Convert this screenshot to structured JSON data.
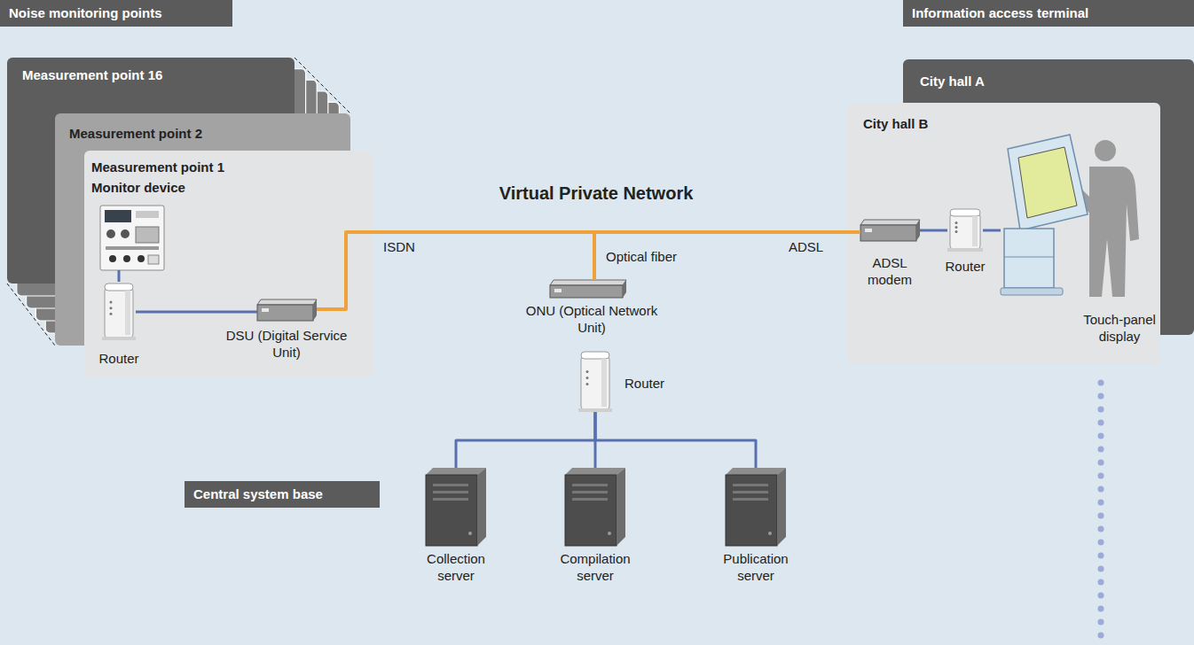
{
  "diagram": {
    "nodes": [
      {
        "text": [
          "Noise monitoring points"
        ]
      },
      {
        "text": [
          "Information access terminal"
        ]
      },
      {
        "text": [
          "Measurement point 16"
        ]
      },
      {
        "text": [
          "Measurement point 2"
        ]
      },
      {
        "text": [
          "Measurement point 1"
        ]
      },
      {
        "text": [
          "Monitor device"
        ],
        "in": 4
      },
      {
        "text": [
          "Router"
        ],
        "in": 4
      },
      {
        "text": [
          "DSU (Digital Service Unit)"
        ],
        "in": 4
      },
      {
        "text": [
          "Central system base"
        ]
      },
      {
        "text": [
          "ONU (Optical Network Unit)"
        ]
      },
      {
        "text": [
          "Router"
        ]
      },
      {
        "text": [
          "Collection server"
        ]
      },
      {
        "text": [
          "Compilation server"
        ]
      },
      {
        "text": [
          "Publication server"
        ]
      },
      {
        "text": [
          "City hall A"
        ]
      },
      {
        "text": [
          "City hall B"
        ]
      },
      {
        "text": [
          "ADSL modem"
        ],
        "in": 15
      },
      {
        "text": [
          "Router"
        ],
        "in": 15
      },
      {
        "text": [
          "Touch-panel display"
        ],
        "in": 15
      }
    ],
    "edges": [
      {
        "from": 5,
        "to": 6,
        "arrow": "none"
      },
      {
        "from": 6,
        "to": 7,
        "arrow": "none"
      },
      {
        "from": 7,
        "to": 9,
        "label": "ISDN",
        "arrow": "none"
      },
      {
        "from": 16,
        "to": 9,
        "label": "ADSL",
        "arrow": "none"
      },
      {
        "from": 16,
        "to": 17,
        "arrow": "none"
      },
      {
        "from": 17,
        "to": 18,
        "arrow": "none"
      },
      {
        "from": 10,
        "to": 11,
        "arrow": "none"
      },
      {
        "from": 10,
        "to": 12,
        "arrow": "none"
      },
      {
        "from": 10,
        "to": 13,
        "arrow": "none"
      }
    ],
    "labels": [
      "Virtual Private Network",
      "Optical fiber"
    ]
  }
}
